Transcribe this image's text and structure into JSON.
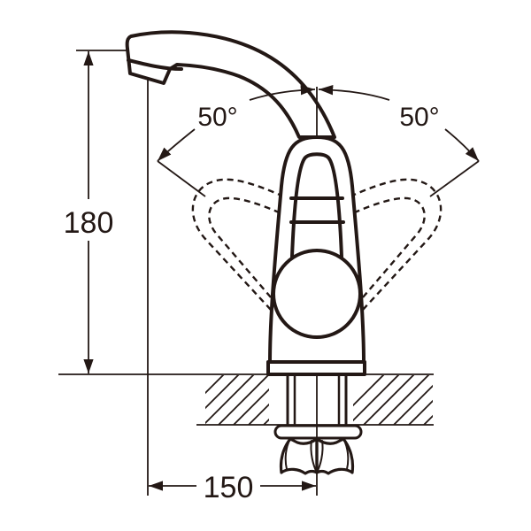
{
  "drawing": {
    "subject": "Single-lever basin faucet side-view dimension drawing",
    "colors": {
      "line": "#231815",
      "background": "#ffffff"
    },
    "dimensions": {
      "height": {
        "value": "180",
        "orientation": "vertical"
      },
      "reach": {
        "value": "150",
        "orientation": "horizontal"
      },
      "handle_angle_left": {
        "value": "50°"
      },
      "handle_angle_right": {
        "value": "50°"
      }
    },
    "parts": [
      {
        "name": "spout"
      },
      {
        "name": "faucet-body"
      },
      {
        "name": "lever-handle"
      },
      {
        "name": "handle-left-position-dashed"
      },
      {
        "name": "handle-right-position-dashed"
      },
      {
        "name": "base-plate"
      },
      {
        "name": "countertop-section"
      },
      {
        "name": "mounting-nut"
      },
      {
        "name": "supply-hoses"
      }
    ]
  }
}
